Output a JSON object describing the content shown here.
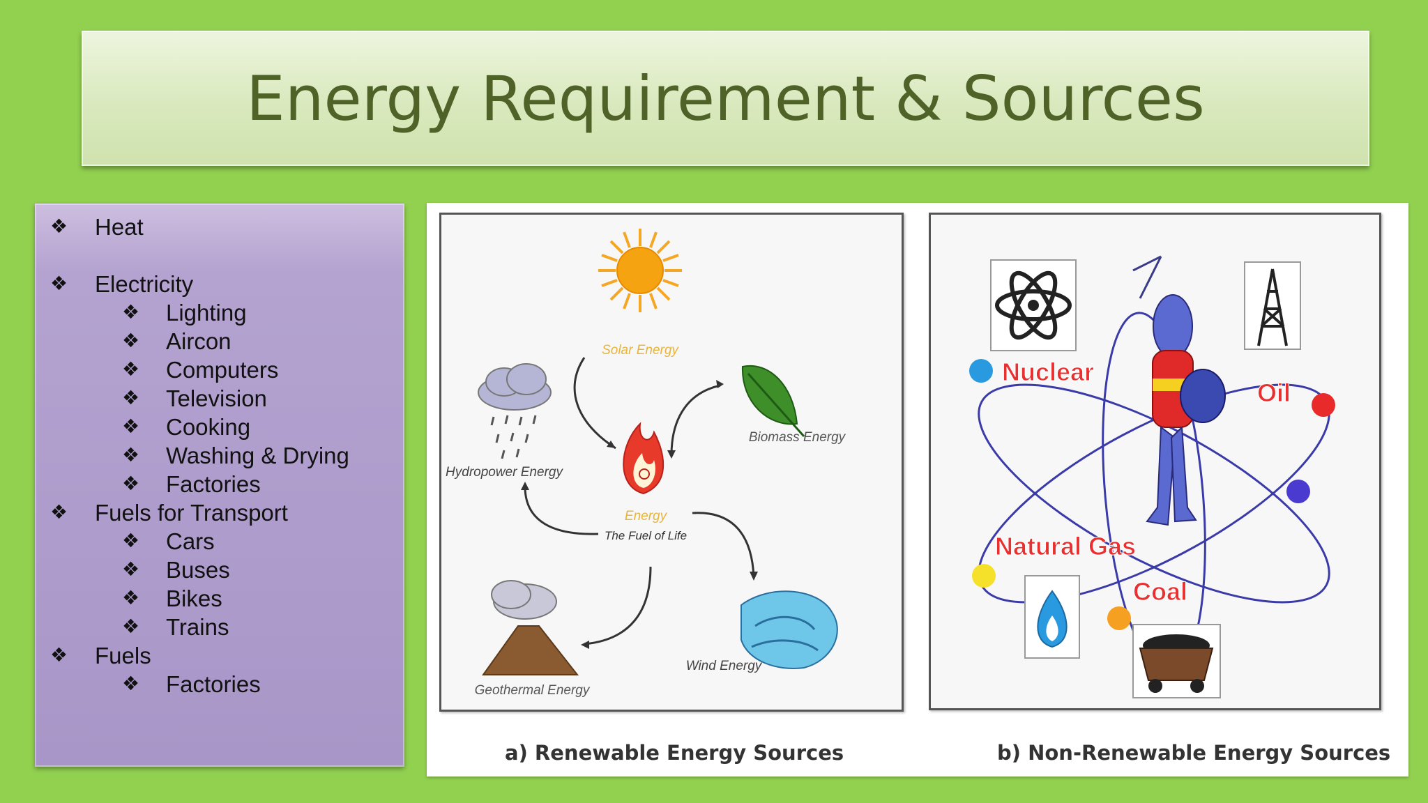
{
  "slide": {
    "title": "Energy Requirement & Sources",
    "bullet_glyph": "❖"
  },
  "list": {
    "items": [
      {
        "text": "Heat",
        "level": 1
      },
      {
        "text": "Electricity",
        "level": 1
      },
      {
        "text": "Lighting",
        "level": 2
      },
      {
        "text": "Aircon",
        "level": 2
      },
      {
        "text": "Computers",
        "level": 2
      },
      {
        "text": "Television",
        "level": 2
      },
      {
        "text": "Cooking",
        "level": 2
      },
      {
        "text": "Washing & Drying",
        "level": 2
      },
      {
        "text": "Factories",
        "level": 2
      },
      {
        "text": "Fuels for Transport",
        "level": 1
      },
      {
        "text": "Cars",
        "level": 2
      },
      {
        "text": "Buses",
        "level": 2
      },
      {
        "text": "Bikes",
        "level": 2
      },
      {
        "text": "Trains",
        "level": 2
      },
      {
        "text": "Fuels",
        "level": 1
      },
      {
        "text": "Factories",
        "level": 2
      }
    ]
  },
  "figure": {
    "renewable": {
      "caption": "a) Renewable Energy Sources",
      "labels": {
        "solar": "Solar Energy",
        "hydro": "Hydropower Energy",
        "biomass": "Biomass Energy",
        "center_title": "Energy",
        "center_subtitle": "The Fuel of Life",
        "geothermal": "Geothermal Energy",
        "wind": "Wind Energy"
      }
    },
    "nonrenewable": {
      "caption": "b) Non-Renewable Energy Sources",
      "labels": {
        "nuclear": "Nuclear",
        "oil": "Oil",
        "natural_gas": "Natural Gas",
        "coal": "Coal"
      }
    }
  },
  "colors": {
    "background": "#92d050",
    "title_text": "#4f6228",
    "list_box": "#a896c8"
  }
}
